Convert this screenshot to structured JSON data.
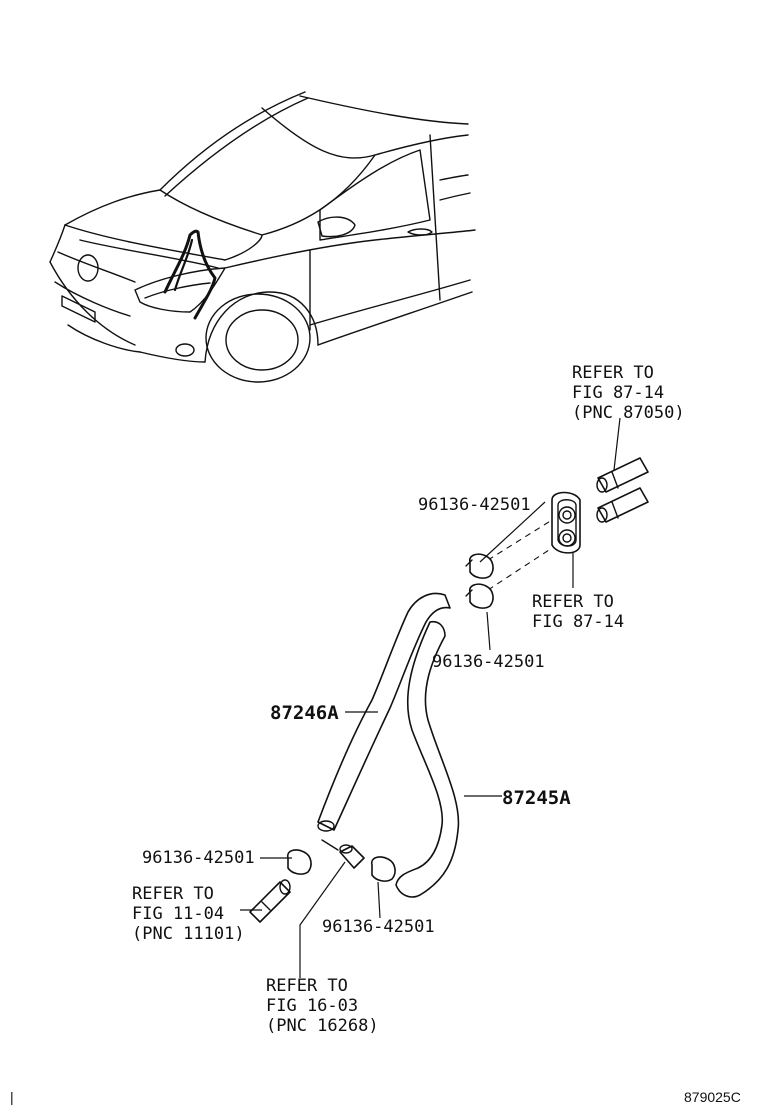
{
  "labels": {
    "refer_87050": {
      "line1": "REFER TO",
      "line2": "FIG 87-14",
      "line3": "(PNC 87050)"
    },
    "refer_87_14": {
      "line1": "REFER TO",
      "line2": "FIG 87-14"
    },
    "refer_11101": {
      "line1": "REFER TO",
      "line2": "FIG 11-04",
      "line3": "(PNC 11101)"
    },
    "refer_16268": {
      "line1": "REFER TO",
      "line2": "FIG 16-03",
      "line3": "(PNC 16268)"
    },
    "clip_upper_1": "96136-42501",
    "clip_upper_2": "96136-42501",
    "clip_lower_left": "96136-42501",
    "clip_lower_right": "96136-42501",
    "hose_left": "87246A",
    "hose_right": "87245A"
  },
  "footer": {
    "figure_id": "879025C",
    "margin_mark": "|"
  }
}
